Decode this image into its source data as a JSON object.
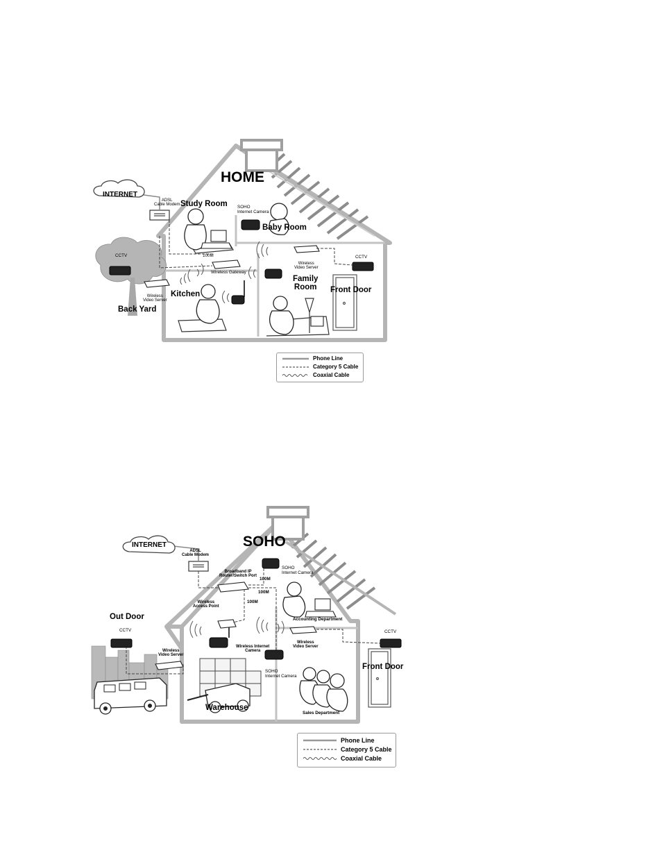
{
  "home": {
    "title": "HOME",
    "cloud": "INTERNET",
    "modem": "ADSL\nCable Modem",
    "rooms": {
      "study": "Study Room",
      "baby": "Baby Room",
      "family": "Family\nRoom",
      "front_door": "Front Door",
      "kitchen": "Kitchen",
      "back_yard": "Back Yard"
    },
    "devices": {
      "soho_cam": "SOHO\nInternet Camera",
      "cctv_left": "CCTV",
      "cctv_right": "CCTV",
      "link_100m": "100M",
      "gateway": "Wireless Gateway",
      "wvs_right": "Wireless\nVideo Server",
      "wvs_left": "Wireless\nVideo Server"
    },
    "legend": {
      "phone": "Phone Line",
      "cat5": "Category 5 Cable",
      "coax": "Coaxial Cable"
    }
  },
  "soho": {
    "title": "SOHO",
    "cloud": "INTERNET",
    "modem": "ADSL\nCable Modem",
    "rooms": {
      "outdoor": "Out Door",
      "front_door": "Front Door",
      "warehouse": "Warehouse",
      "accounting": "Accounting Department",
      "sales": "Sales Department"
    },
    "devices": {
      "router": "Broadband IP\nRouter/Switch Port",
      "link_a": "100M",
      "link_b": "100M",
      "link_c": "100M",
      "soho_cam_top": "SOHO\nInternet Camera",
      "access_point": "Wireless\nAccess Point",
      "cctv_left": "CCTV",
      "cctv_right": "CCTV",
      "wvs_left": "Wireless\nVideo Server",
      "wvs_right": "Wireless\nVideo Server",
      "wic": "Wireless Internet\nCamera",
      "soho_cam_bottom": "SOHO\nInternet Camera"
    },
    "legend": {
      "phone": "Phone Line",
      "cat5": "Category 5 Cable",
      "coax": "Coaxial Cable"
    }
  }
}
